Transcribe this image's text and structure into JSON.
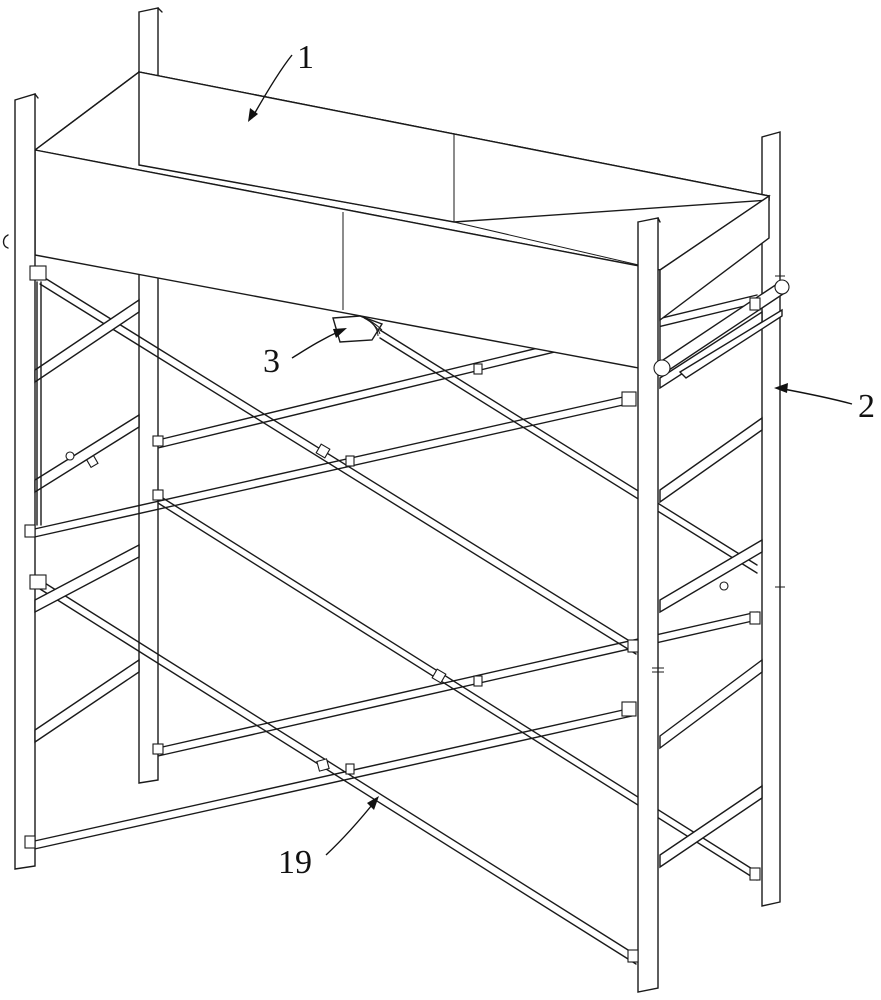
{
  "labels": {
    "l1": "1",
    "l2": "2",
    "l3": "3",
    "l19": "19"
  },
  "colors": {
    "line": "#1a1a1a",
    "background": "#ffffff"
  }
}
